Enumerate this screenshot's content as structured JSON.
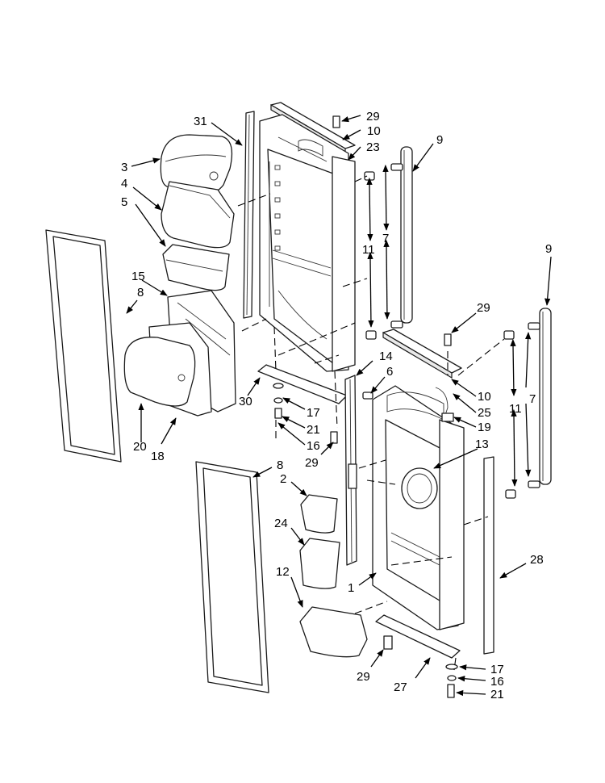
{
  "diagram": {
    "callouts": {
      "c31": "31",
      "c29a": "29",
      "c10a": "10",
      "c23": "23",
      "c9a": "9",
      "c3": "3",
      "c4": "4",
      "c5": "5",
      "c11a": "11",
      "c7a": "7",
      "c15": "15",
      "c8a": "8",
      "c14": "14",
      "c6": "6",
      "c30": "30",
      "c17a": "17",
      "c21a": "21",
      "c16a": "16",
      "c29b": "29",
      "c20": "20",
      "c18": "18",
      "c9b": "9",
      "c29c": "29",
      "c10b": "10",
      "c25": "25",
      "c19": "19",
      "c11b": "11",
      "c7b": "7",
      "c13": "13",
      "c8b": "8",
      "c2": "2",
      "c24": "24",
      "c12": "12",
      "c1": "1",
      "c28": "28",
      "c29d": "29",
      "c27": "27",
      "c17b": "17",
      "c16b": "16",
      "c21b": "21"
    }
  }
}
